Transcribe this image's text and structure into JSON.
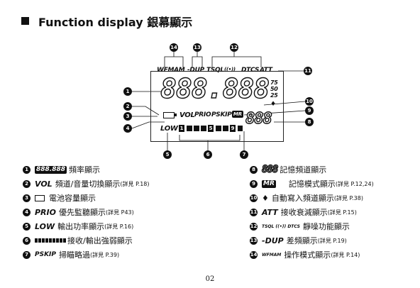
{
  "header": {
    "title": "Function display 銀幕顯示"
  },
  "lcd": {
    "top_labels": [
      "WFMAM",
      "-DUP",
      "TSQL",
      "((•))",
      "DTCS",
      "ATT"
    ],
    "freq_digits": "888.888",
    "side_digits": [
      "75",
      "50",
      "25"
    ],
    "mid_labels": [
      "VOL",
      "PRIO",
      "PSKIP"
    ],
    "mr_label": "MR",
    "mem_digits": "888",
    "low_label": "LOW",
    "meter_digits": [
      "1",
      "5",
      "9"
    ],
    "diamond": "♦",
    "callouts": [
      "1",
      "2",
      "3",
      "4",
      "5",
      "6",
      "7",
      "8",
      "9",
      "10",
      "11",
      "12",
      "13",
      "14"
    ]
  },
  "legend_left": [
    {
      "num": "1",
      "sym": "888.888",
      "text": "頻率顯示",
      "ref": ""
    },
    {
      "num": "2",
      "sym": "VOL",
      "text": "頻道/音量切換顯示",
      "ref": "(詳見 P.18)"
    },
    {
      "num": "3",
      "sym": "",
      "text": "電池容量顯示",
      "ref": ""
    },
    {
      "num": "4",
      "sym": "PRIO",
      "text": "優先監聽顯示",
      "ref": "(詳見 P43)"
    },
    {
      "num": "5",
      "sym": "LOW",
      "text": "輸出功率顯示",
      "ref": "(詳見 P.16)"
    },
    {
      "num": "6",
      "sym": "",
      "text": "接收/輸出強弱顯示",
      "ref": ""
    },
    {
      "num": "7",
      "sym": "PSKIP",
      "text": "掃瞄略過",
      "ref": "(詳見 P.39)"
    }
  ],
  "legend_right": [
    {
      "num": "8",
      "sym": "888",
      "text": "記憶頻道顯示",
      "ref": ""
    },
    {
      "num": "9",
      "sym": "MR",
      "text": "記憶模式顯示",
      "ref": "(詳見 P.12,24)"
    },
    {
      "num": "10",
      "sym": "♦",
      "text": "自動寫入頻道顯示",
      "ref": "(詳見 P.38)"
    },
    {
      "num": "11",
      "sym": "ATT",
      "text": "接收衰減顯示",
      "ref": "(詳見 P.15)"
    },
    {
      "num": "12",
      "sym": "TSQL ((•)) DTCS",
      "text": "靜噪功能顯示",
      "ref": ""
    },
    {
      "num": "13",
      "sym": "-DUP",
      "text": "差頻顯示",
      "ref": "(詳見 P.19)"
    },
    {
      "num": "14",
      "sym": "WFMAM",
      "text": "操作模式顯示",
      "ref": "(詳見 P.14)"
    }
  ],
  "footer": {
    "page": "02"
  }
}
